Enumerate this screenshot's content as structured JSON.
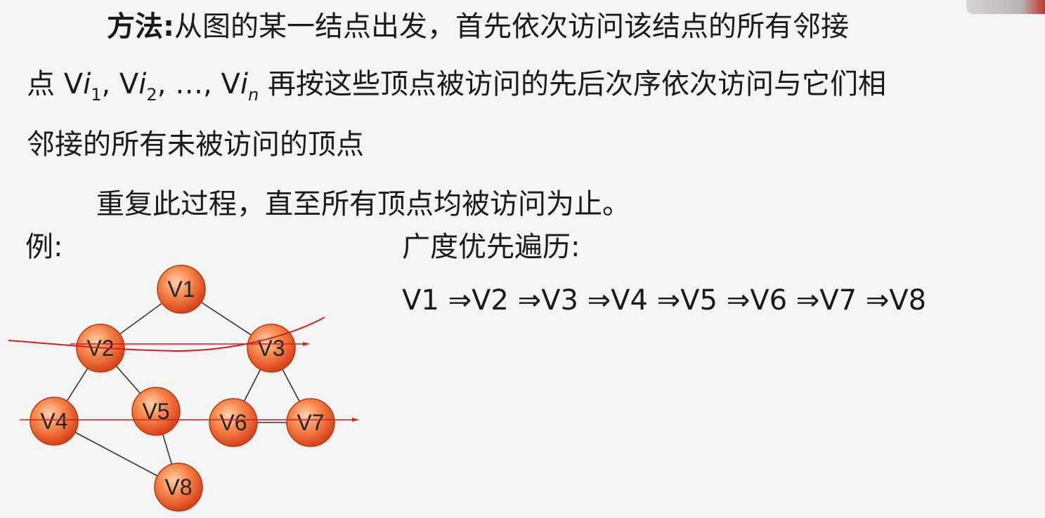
{
  "slide": {
    "method_label": "方法:",
    "method_text": "从图的某一结点出发，首先依次访问该结点的所有邻接",
    "line2_prefix": "点 V",
    "i": "i",
    "sub1": "1",
    "sub2": "2",
    "subn": "n",
    "sep_v": ", V",
    "ellipsis": ", …, V",
    "line2_suffix": " 再按这些顶点被访问的先后次序依次访问与它们相",
    "line3": "邻接的所有未被访问的顶点",
    "line4": "重复此过程，直至所有顶点均被访问为止。",
    "example_label": "例:",
    "bfs_label": "广度优先遍历:",
    "bfs_sequence": "V1 ⇒V2  ⇒V3  ⇒V4  ⇒V5  ⇒V6  ⇒V7  ⇒V8"
  },
  "graph": {
    "nodes": [
      "V1",
      "V2",
      "V3",
      "V4",
      "V5",
      "V6",
      "V7",
      "V8"
    ],
    "edges": [
      [
        "V1",
        "V2"
      ],
      [
        "V1",
        "V3"
      ],
      [
        "V2",
        "V4"
      ],
      [
        "V2",
        "V5"
      ],
      [
        "V3",
        "V6"
      ],
      [
        "V3",
        "V7"
      ],
      [
        "V6",
        "V7"
      ],
      [
        "V4",
        "V8"
      ],
      [
        "V5",
        "V8"
      ]
    ]
  },
  "colors": {
    "node_fill": "#f2703a",
    "node_border": "#b23a10",
    "annotation": "#d42020"
  }
}
